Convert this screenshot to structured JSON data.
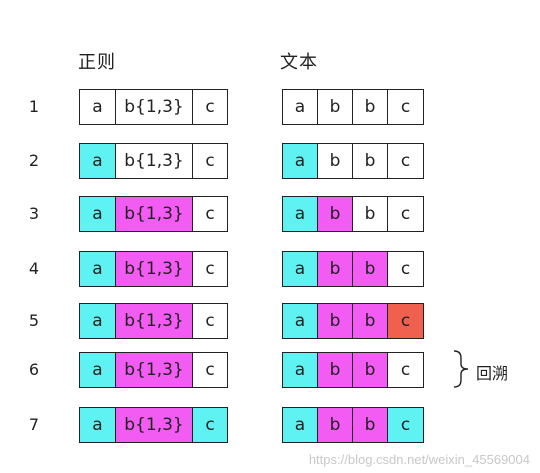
{
  "headings": {
    "regex": "正则",
    "text": "文本"
  },
  "rows": [
    {
      "num": "1",
      "regex": [
        [
          "a",
          "none"
        ],
        [
          "b{1,3}",
          "none"
        ],
        [
          "c",
          "none"
        ]
      ],
      "text": [
        [
          "a",
          "none"
        ],
        [
          "b",
          "none"
        ],
        [
          "b",
          "none"
        ],
        [
          "c",
          "none"
        ]
      ]
    },
    {
      "num": "2",
      "regex": [
        [
          "a",
          "cyan"
        ],
        [
          "b{1,3}",
          "none"
        ],
        [
          "c",
          "none"
        ]
      ],
      "text": [
        [
          "a",
          "cyan"
        ],
        [
          "b",
          "none"
        ],
        [
          "b",
          "none"
        ],
        [
          "c",
          "none"
        ]
      ]
    },
    {
      "num": "3",
      "regex": [
        [
          "a",
          "cyan"
        ],
        [
          "b{1,3}",
          "magenta"
        ],
        [
          "c",
          "none"
        ]
      ],
      "text": [
        [
          "a",
          "cyan"
        ],
        [
          "b",
          "magenta"
        ],
        [
          "b",
          "none"
        ],
        [
          "c",
          "none"
        ]
      ]
    },
    {
      "num": "4",
      "regex": [
        [
          "a",
          "cyan"
        ],
        [
          "b{1,3}",
          "magenta"
        ],
        [
          "c",
          "none"
        ]
      ],
      "text": [
        [
          "a",
          "cyan"
        ],
        [
          "b",
          "magenta"
        ],
        [
          "b",
          "magenta"
        ],
        [
          "c",
          "none"
        ]
      ]
    },
    {
      "num": "5",
      "regex": [
        [
          "a",
          "cyan"
        ],
        [
          "b{1,3}",
          "magenta"
        ],
        [
          "c",
          "none"
        ]
      ],
      "text": [
        [
          "a",
          "cyan"
        ],
        [
          "b",
          "magenta"
        ],
        [
          "b",
          "magenta"
        ],
        [
          "c",
          "red"
        ]
      ]
    },
    {
      "num": "6",
      "regex": [
        [
          "a",
          "cyan"
        ],
        [
          "b{1,3}",
          "magenta"
        ],
        [
          "c",
          "none"
        ]
      ],
      "text": [
        [
          "a",
          "cyan"
        ],
        [
          "b",
          "magenta"
        ],
        [
          "b",
          "magenta"
        ],
        [
          "c",
          "none"
        ]
      ]
    },
    {
      "num": "7",
      "regex": [
        [
          "a",
          "cyan"
        ],
        [
          "b{1,3}",
          "magenta"
        ],
        [
          "c",
          "cyan"
        ]
      ],
      "text": [
        [
          "a",
          "cyan"
        ],
        [
          "b",
          "magenta"
        ],
        [
          "b",
          "magenta"
        ],
        [
          "c",
          "cyan"
        ]
      ]
    }
  ],
  "annotation": "回溯",
  "watermark": "https://blog.csdn.net/weixin_45569004",
  "colors": {
    "cyan": "#5ff2f2",
    "magenta": "#f25cf2",
    "red": "#f0604f"
  }
}
